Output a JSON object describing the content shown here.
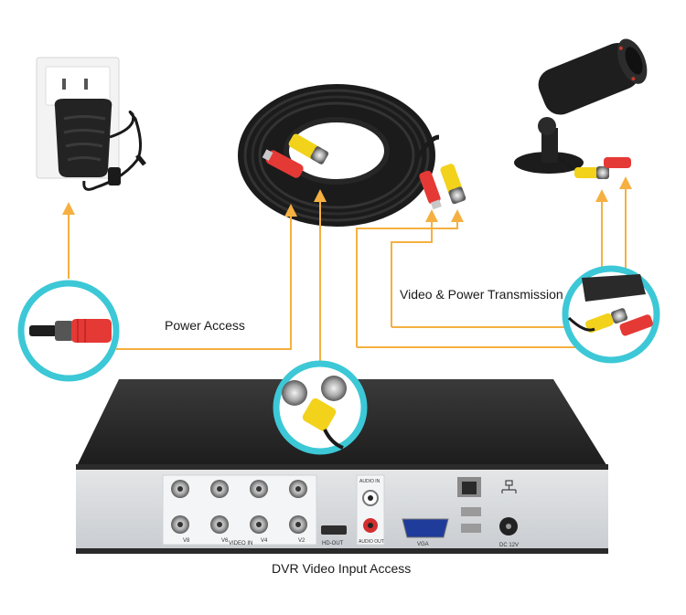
{
  "labels": {
    "power_access": "Power Access",
    "video_power": "Video & Power Transmission",
    "dvr_input": "DVR Video Input Access"
  },
  "dvr_panel": {
    "video_in": "VIDEO IN",
    "hd_out": "HD-OUT",
    "audio_in": "AUDIO IN",
    "audio_out": "AUDIO OUT",
    "vga": "VGA",
    "dc": "DC 12V",
    "v8": "V8",
    "v6": "V6",
    "v4": "V4",
    "v2": "V2"
  },
  "colors": {
    "arrow": "#f5b041",
    "ring": "#3cc8d6",
    "cable": "#1e1e1e",
    "video_plug": "#f2d21b",
    "power_plug": "#e53935"
  },
  "icons": [
    "wall-outlet-icon",
    "power-adapter-icon",
    "cable-coil-icon",
    "security-camera-icon",
    "dvr-box-icon",
    "network-icon"
  ]
}
